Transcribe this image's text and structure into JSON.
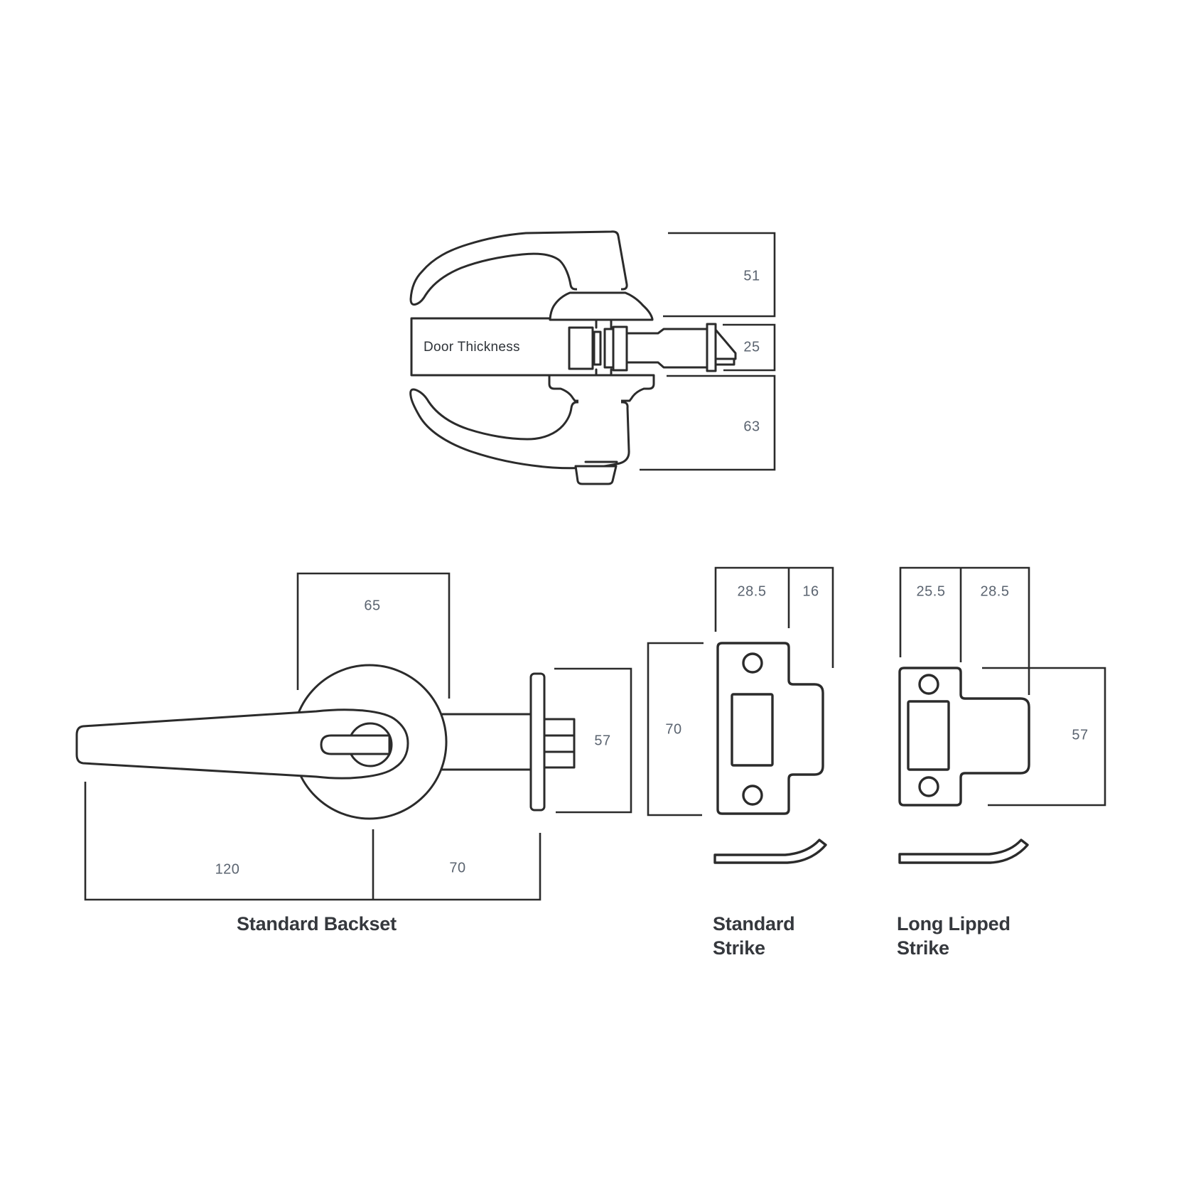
{
  "colors": {
    "line": "#2b2b2b",
    "dim_text": "#5b6470",
    "label_text": "#2e3338",
    "title_text": "#35383d"
  },
  "top_view": {
    "door_label": "Door Thickness",
    "dims": {
      "upper_rose": "51",
      "latch": "25",
      "lower_rose": "63"
    }
  },
  "backset_view": {
    "title": "Standard Backset",
    "dims": {
      "rose_diameter": "65",
      "latch_case": "57",
      "lever_length": "120",
      "backset": "70"
    }
  },
  "standard_strike": {
    "title_line1": "Standard",
    "title_line2": "Strike",
    "dims": {
      "plate_width": "28.5",
      "lip_length": "16",
      "plate_height": "70"
    }
  },
  "long_lipped_strike": {
    "title_line1": "Long Lipped",
    "title_line2": "Strike",
    "dims": {
      "plate_width": "25.5",
      "lip_length": "28.5",
      "plate_height": "57"
    }
  }
}
